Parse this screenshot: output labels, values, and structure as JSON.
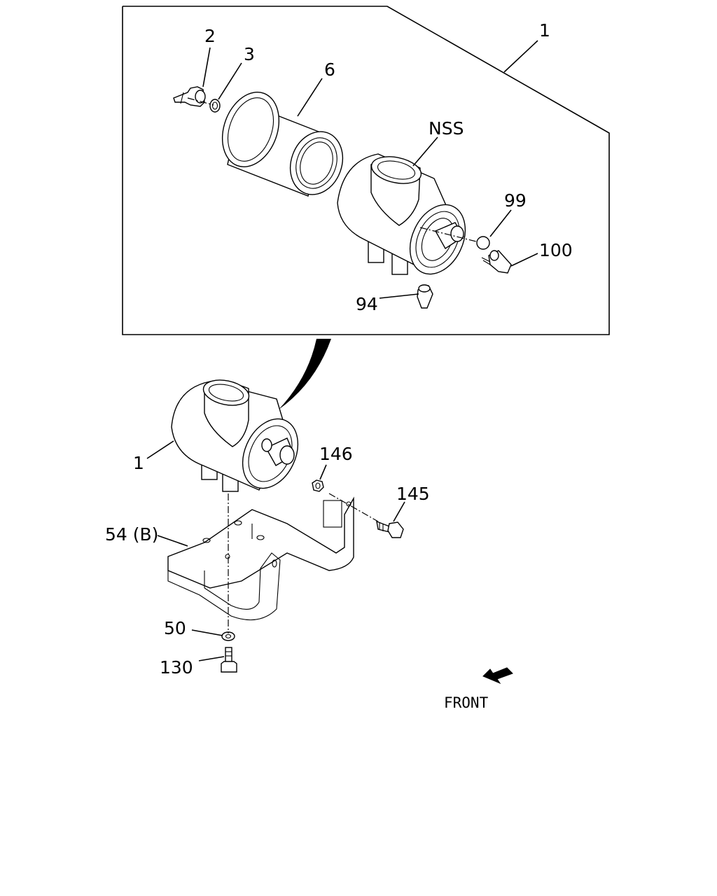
{
  "labels": {
    "assembly_top": "1",
    "wing_bolt": "2",
    "washer_small": "3",
    "filter_element": "6",
    "nss": "NSS",
    "cap": "99",
    "indicator": "100",
    "drain_valve": "94",
    "assembly_bottom": "1",
    "nut": "146",
    "bracket": "54 (B)",
    "bolt_bracket": "145",
    "washer": "50",
    "bolt_bottom": "130",
    "front": "FRONT"
  }
}
